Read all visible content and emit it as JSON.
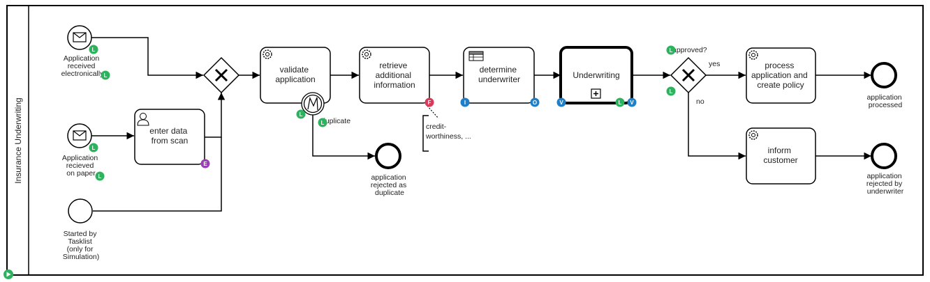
{
  "pool": {
    "label": "Insurance Underwriting"
  },
  "events": {
    "start_electronic": [
      "Application",
      "received",
      "electronically"
    ],
    "start_paper": [
      "Application",
      "recieved",
      "on paper"
    ],
    "start_tasklist": [
      "Started by",
      "Tasklist",
      "(only for",
      "Simulation)"
    ],
    "end_duplicate": [
      "application",
      "rejected as",
      "duplicate"
    ],
    "end_processed": [
      "application",
      "processed"
    ],
    "end_rejected": [
      "application",
      "rejected by",
      "underwriter"
    ]
  },
  "tasks": {
    "enter_data": [
      "enter data",
      "from scan"
    ],
    "validate": [
      "validate",
      "application"
    ],
    "retrieve": [
      "retrieve",
      "additional",
      "information"
    ],
    "determine": [
      "determine",
      "underwriter"
    ],
    "underwriting": [
      "Underwriting"
    ],
    "process": [
      "process",
      "application and",
      "create policy"
    ],
    "inform": [
      "inform",
      "customer"
    ]
  },
  "gateway_labels": {
    "approved": "approved?",
    "yes": "yes",
    "no": "no",
    "duplicate": "duplicate"
  },
  "annotation": [
    "credit-",
    "worthiness, ..."
  ],
  "badges": {
    "L": "L",
    "E": "E",
    "F": "F",
    "I": "I",
    "O": "O",
    "V": "V"
  },
  "colors": {
    "green": "#2db35d",
    "purple": "#9b3fb5",
    "red": "#d63b5a",
    "blue": "#1f7fc7"
  }
}
